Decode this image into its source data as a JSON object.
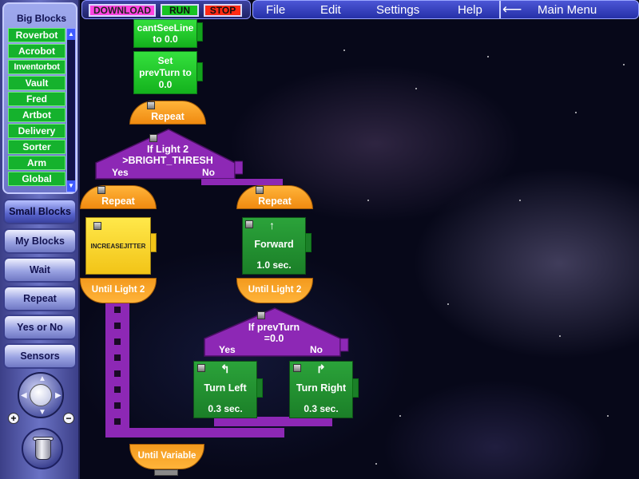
{
  "toolbar": {
    "download_label": "DOWNLOAD",
    "run_label": "RUN",
    "stop_label": "STOP"
  },
  "menu": {
    "items": [
      "File",
      "Edit",
      "Settings",
      "Help"
    ],
    "main_menu_label": "Main Menu"
  },
  "sidebar": {
    "big_blocks_title": "Big Blocks",
    "big_blocks": [
      "Roverbot",
      "Acrobot",
      "Inventorbot",
      "Vault",
      "Fred",
      "Artbot",
      "Delivery",
      "Sorter",
      "Arm",
      "Global"
    ],
    "categories": [
      "Small Blocks",
      "My Blocks",
      "Wait",
      "Repeat",
      "Yes or No",
      "Sensors"
    ],
    "active_category": "Small Blocks"
  },
  "program": {
    "top_block_1": "cantSeeLine\nto 0.0",
    "top_block_2": "Set\nprevTurn to\n0.0",
    "repeat_outer": "Repeat",
    "if_light": "If Light 2\n>BRIGHT_THRESH",
    "if_light_yes": "Yes",
    "if_light_no": "No",
    "repeat_left": "Repeat",
    "increase_jitter": "INCREASEJITTER",
    "until_left": "Until Light 2",
    "repeat_right": "Repeat",
    "forward_label": "Forward",
    "forward_time": "1.0 sec.",
    "until_right": "Until Light 2",
    "if_prevturn": "If prevTurn\n=0.0",
    "if_prevturn_yes": "Yes",
    "if_prevturn_no": "No",
    "turn_left_label": "Turn Left",
    "turn_left_time": "0.3 sec.",
    "turn_right_label": "Turn Right",
    "turn_right_time": "0.3 sec.",
    "until_variable": "Until Variable"
  },
  "colors": {
    "download": "#ff3fe0",
    "run": "#16c21f",
    "stop": "#ff2a14",
    "block_green": "#1fc42a",
    "block_orange": "#f59a1c",
    "block_purple": "#8d28b5",
    "block_yellow": "#f7d62a"
  },
  "icons": {
    "forward": "arrow-up-icon",
    "turn_left": "turn-left-icon",
    "turn_right": "turn-right-icon",
    "main_menu": "arrow-left-icon",
    "trash": "trash-can-icon",
    "dpad": "direction-pad-icon"
  }
}
